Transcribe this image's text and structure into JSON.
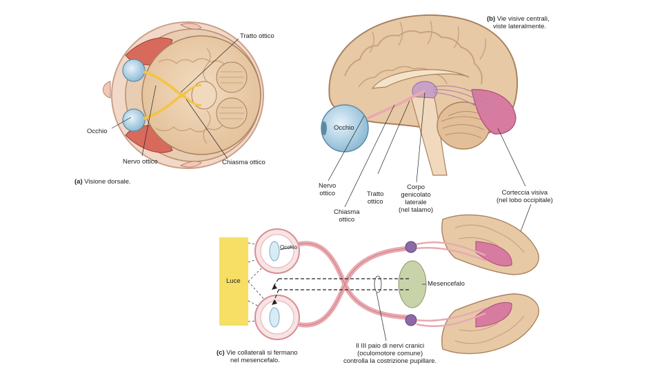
{
  "panel_a": {
    "caption_letter": "(a)",
    "caption_text": "Visione dorsale.",
    "labels": {
      "tratto_ottico": "Tratto ottico",
      "occhio": "Occhio",
      "nervo_ottico": "Nervo ottico",
      "chiasma_ottico": "Chiasma ottico"
    }
  },
  "panel_b": {
    "caption_letter": "(b)",
    "caption_line1": "Vie visive centrali,",
    "caption_line2": "viste lateralmente.",
    "labels": {
      "occhio": "Occhio",
      "nervo_ottico": "Nervo\nottico",
      "chiasma_ottico": "Chiasma\nottico",
      "tratto_ottico": "Tratto\nottico",
      "corpo_genicolato": "Corpo\ngenicolato\nlaterale\n(nel talamo)",
      "corteccia_visiva": "Corteccia visiva\n(nel lobo occipitale)"
    }
  },
  "panel_c": {
    "caption_letter": "(c)",
    "caption_line1": "Vie collaterali si fermano",
    "caption_line2": "nel mesencefalo.",
    "labels": {
      "luce": "Luce",
      "occhio": "Occhio",
      "mesencefalo": "Mesencefalo",
      "nervi_cranici": "Il III paio di nervi cranici\n(oculomotore comune)\ncontrolla la costrizione pupillare."
    }
  },
  "colors": {
    "brain_tan": "#e7c9a6",
    "brain_fold": "#c9a27c",
    "nerve_pink": "#e9aab0",
    "cortex_pink": "#d77ba0",
    "eye_blue": "#a9cfe3",
    "light_yellow": "#f6df64",
    "midbrain_green": "#c9d3a9",
    "geniculate_purple": "#8c6aa8"
  }
}
